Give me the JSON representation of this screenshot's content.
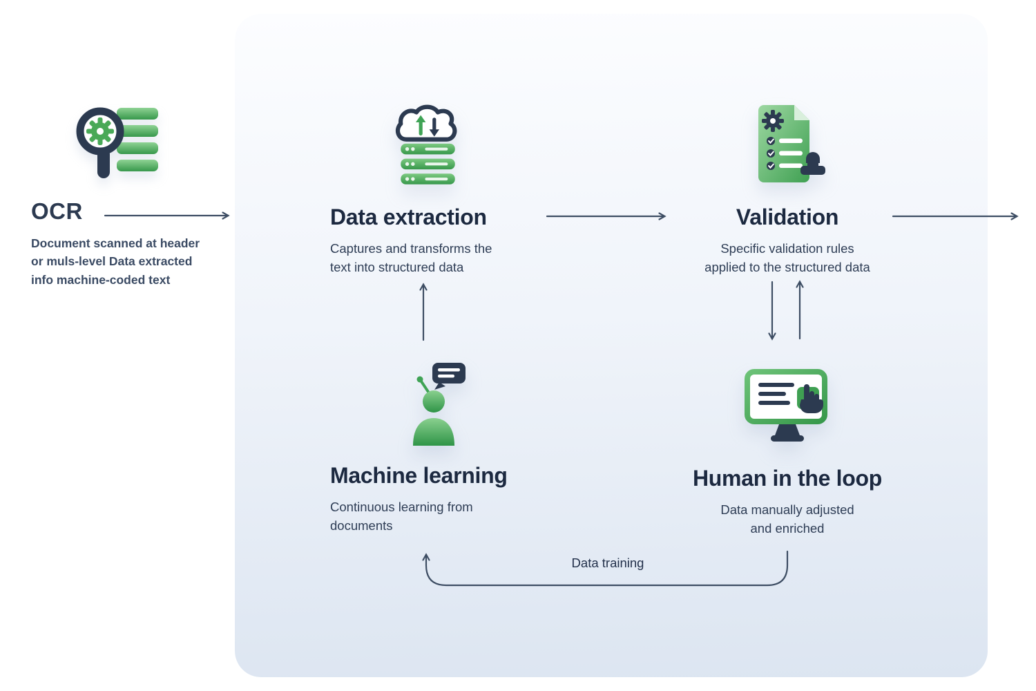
{
  "ocr": {
    "title": "OCR",
    "description": "Document scanned at header\nor muls-level Data extracted\ninfo machine-coded text"
  },
  "nodes": {
    "data_extraction": {
      "title": "Data extraction",
      "description": "Captures and transforms the\ntext into structured data"
    },
    "validation": {
      "title": "Validation",
      "description": "Specific validation rules\napplied to the structured data"
    },
    "machine_learning": {
      "title": "Machine learning",
      "description": "Continuous learning from\ndocuments"
    },
    "human_in_the_loop": {
      "title": "Human in the loop",
      "description": "Data manually adjusted\nand enriched"
    }
  },
  "flow_labels": {
    "data_training": "Data training"
  },
  "icons": {
    "ocr": "magnifier-gear-with-database-stack",
    "data_extraction": "cloud-sync-over-server-stack",
    "validation": "checklist-document-with-stamp",
    "machine_learning": "robot-with-chat-bubble",
    "human_in_the_loop": "monitor-with-hand-pointer"
  },
  "colors": {
    "heading": "#1c2940",
    "body_text": "#2e3d55",
    "arrow": "#3d4d63",
    "green": "#4cae5c",
    "green_dark": "#2f9447",
    "navy_icon": "#2c3a50",
    "card_top": "#fcfdff",
    "card_bottom": "#dce5f1"
  }
}
